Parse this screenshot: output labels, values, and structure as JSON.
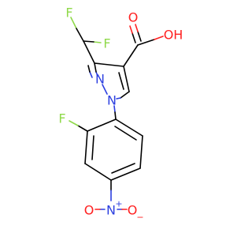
{
  "atoms": {
    "fluorine_top_left": "F",
    "fluorine_top_right": "F",
    "fluorine_ring": "F",
    "carboxyl_oxygen": "O",
    "hydroxyl": "OH",
    "pyrazole_n2": "N",
    "pyrazole_n1": "N",
    "nitro_nitrogen": "N",
    "nitro_oxygen_left": "O",
    "nitro_oxygen_right": "O"
  },
  "charges": {
    "nitro_nitrogen": "+",
    "nitro_oxygen_right": "−"
  },
  "colors": {
    "bond": "#000000",
    "fluorine": "#8fd94a",
    "oxygen": "#ff2020",
    "nitrogen": "#2c3fe0",
    "background": "#ffffff"
  }
}
